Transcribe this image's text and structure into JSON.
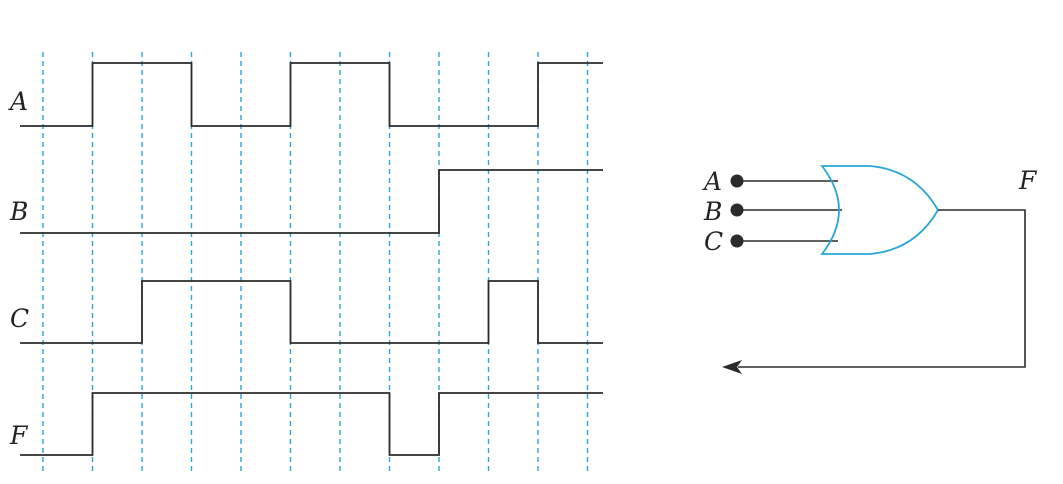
{
  "timing": {
    "num_intervals": 11,
    "signals": [
      {
        "label": "A",
        "levels": [
          0,
          1,
          1,
          0,
          0,
          1,
          1,
          0,
          0,
          0,
          1
        ]
      },
      {
        "label": "B",
        "levels": [
          0,
          0,
          0,
          0,
          0,
          0,
          0,
          0,
          1,
          1,
          1
        ]
      },
      {
        "label": "C",
        "levels": [
          0,
          0,
          1,
          1,
          1,
          0,
          0,
          0,
          0,
          1,
          0
        ]
      },
      {
        "label": "F",
        "levels": [
          0,
          1,
          1,
          1,
          1,
          1,
          1,
          0,
          1,
          1,
          1
        ]
      }
    ]
  },
  "circuit": {
    "gate": "OR",
    "inputs": [
      "A",
      "B",
      "C"
    ],
    "output": "F"
  },
  "colors": {
    "wave": "#2b2b2b",
    "grid": "#2aa6d6",
    "gate": "#2aa6d6",
    "text": "#222222"
  }
}
